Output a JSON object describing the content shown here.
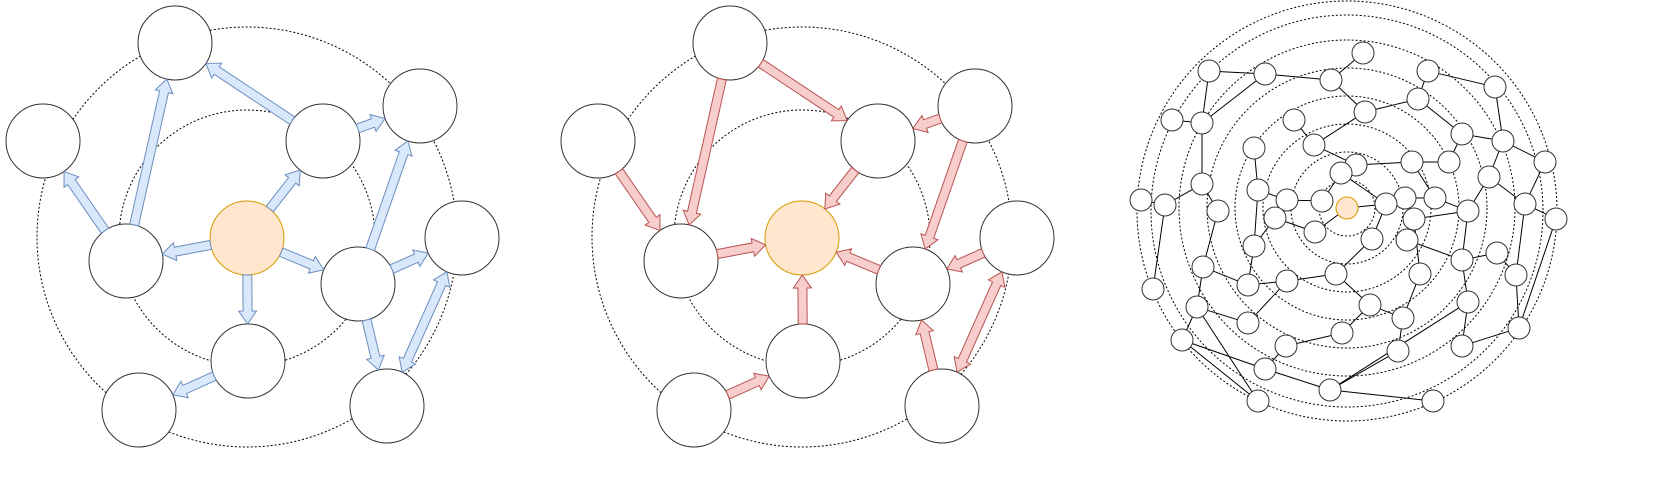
{
  "colors": {
    "background": "#ffffff",
    "node_fill": "#ffffff",
    "node_stroke": "#333333",
    "center_fill": "#ffe6cc",
    "center_stroke": "#d79b00",
    "outward_arrow_fill": "#dae8fc",
    "outward_arrow_stroke": "#6c8ebf",
    "inward_arrow_fill": "#f8cecc",
    "inward_arrow_stroke": "#b85450",
    "ring_stroke": "#000000",
    "edge_stroke": "#000000"
  },
  "panels": [
    {
      "name": "outward-flow-diagram",
      "arrow_direction": "outward"
    },
    {
      "name": "inward-flow-diagram",
      "arrow_direction": "inward"
    },
    {
      "name": "concentric-graph",
      "arrow_direction": "none"
    }
  ]
}
